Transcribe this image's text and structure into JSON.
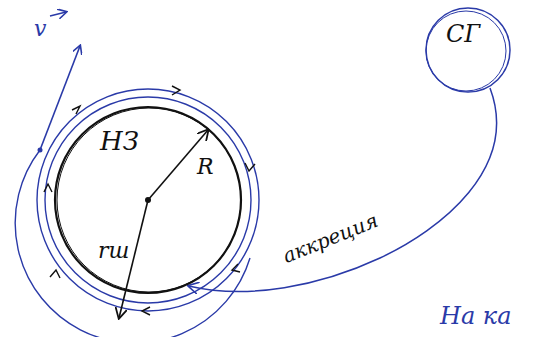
{
  "diagram": {
    "nodes": [
      {
        "text": [
          "НЗ"
        ]
      },
      {
        "text": [
          "СГ"
        ]
      }
    ],
    "edges": [
      {
        "from": 1,
        "to": 0,
        "arrow": "to",
        "label": "аккреция"
      }
    ],
    "labels": [
      "v",
      "R",
      "rш",
      "На ка"
    ]
  }
}
